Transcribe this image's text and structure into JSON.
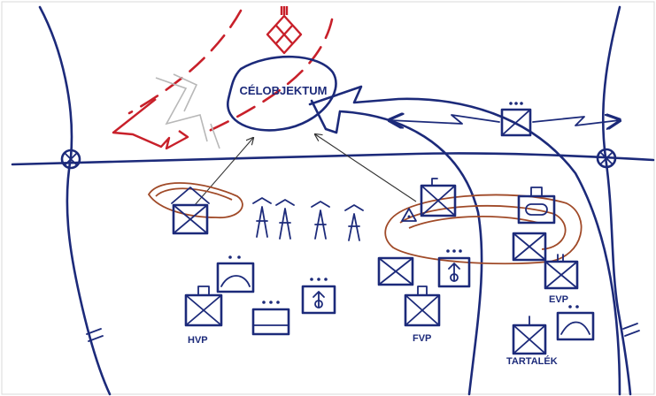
{
  "labels": {
    "target": "CÉLOBJEKTUM",
    "hvp": "HVP",
    "fvp": "FVP",
    "evp": "EVP",
    "tartalek": "TARTALÉK"
  }
}
